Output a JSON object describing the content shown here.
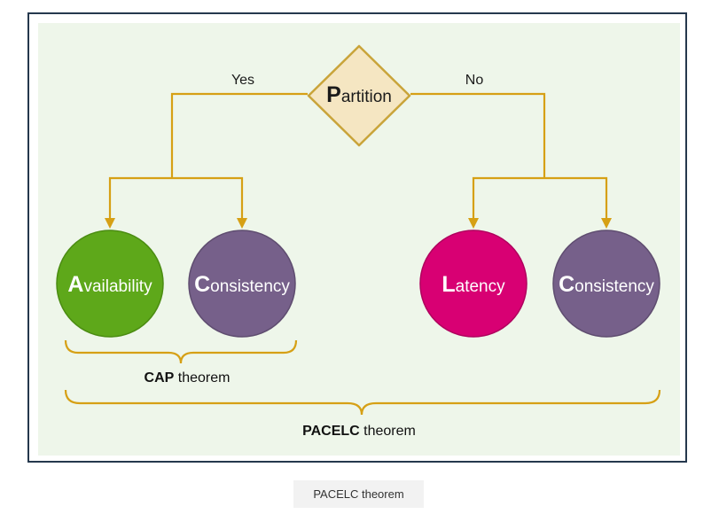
{
  "diagram": {
    "decision": {
      "initial": "P",
      "rest": "artition"
    },
    "branches": {
      "yes_label": "Yes",
      "no_label": "No"
    },
    "nodes": [
      {
        "initial": "A",
        "rest": "vailability",
        "color": "#5ea81a"
      },
      {
        "initial": "C",
        "rest": "onsistency",
        "color": "#76608a"
      },
      {
        "initial": "L",
        "rest": "atency",
        "color": "#d80073"
      },
      {
        "initial": "C",
        "rest": "onsistency",
        "color": "#76608a"
      }
    ],
    "groups": {
      "cap": {
        "bold": "CAP",
        "rest": " theorem"
      },
      "pacelc": {
        "bold": "PACELC",
        "rest": " theorem"
      }
    },
    "colors": {
      "background": "#eef6ea",
      "connector": "#d6a015",
      "decision_fill": "#f5e6c2",
      "decision_stroke": "#c9a43a",
      "frame_border": "#25384d"
    }
  },
  "caption": "PACELC theorem"
}
